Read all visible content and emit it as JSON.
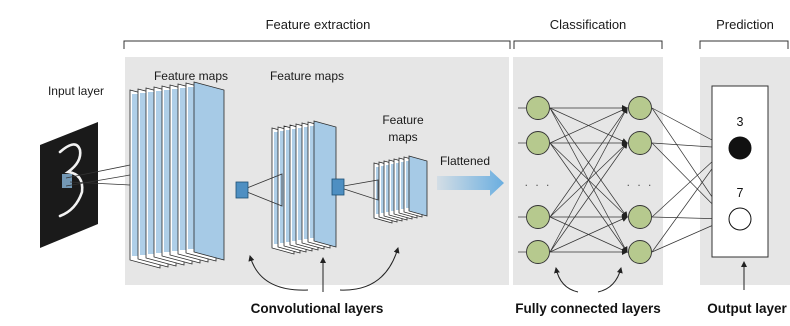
{
  "sections": {
    "feature_extraction": "Feature extraction",
    "classification": "Classification",
    "prediction": "Prediction"
  },
  "labels": {
    "input_layer": "Input layer",
    "feature_maps_1": "Feature maps",
    "feature_maps_2": "Feature maps",
    "feature_maps_3_line1": "Feature",
    "feature_maps_3_line2": "maps",
    "flattened": "Flattened",
    "ellipsis_left": ". . .",
    "ellipsis_right": ". . ."
  },
  "outputs": {
    "top_digit": "3",
    "bottom_digit": "7"
  },
  "captions": {
    "convolutional": "Convolutional layers",
    "fully_connected": "Fully connected layers",
    "output": "Output layer"
  },
  "colors": {
    "panel_bg": "#e6e6e6",
    "feature_map_fill": "#a6cae6",
    "node_fill": "#b6c98e",
    "flatten_arrow": "#6aaee0",
    "output_active": "#111111"
  }
}
